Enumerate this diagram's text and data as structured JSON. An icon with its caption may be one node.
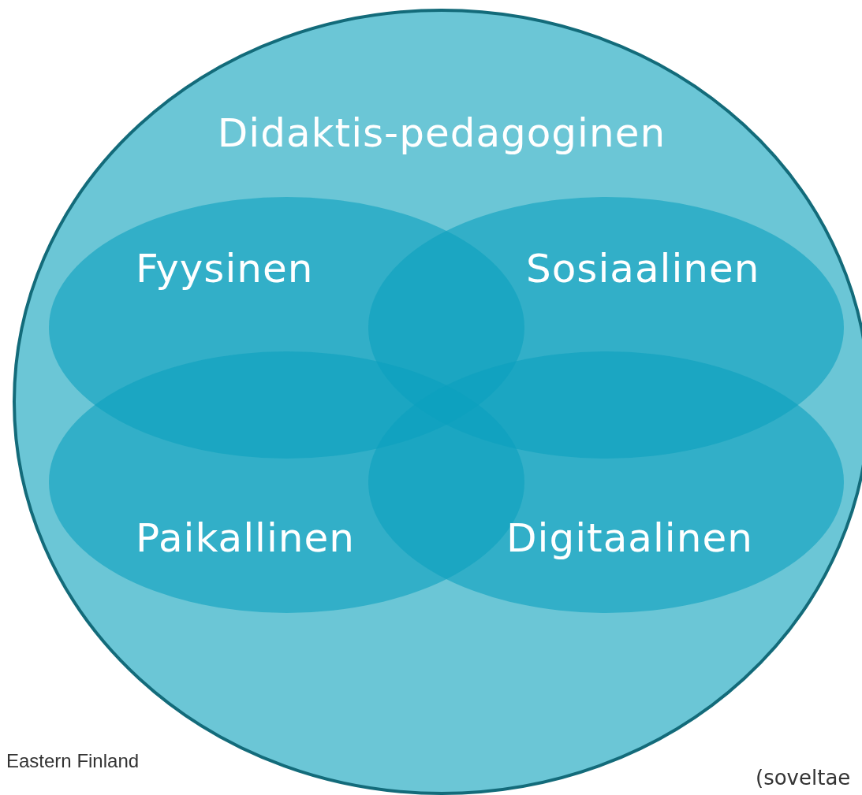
{
  "diagram": {
    "nodes": [
      {
        "text": [
          "Didaktis-pedagoginen"
        ]
      },
      {
        "text": [
          "Fyysinen"
        ],
        "in": 0
      },
      {
        "text": [
          "Sosiaalinen"
        ],
        "in": 0
      },
      {
        "text": [
          "Paikallinen"
        ],
        "in": 0
      },
      {
        "text": [
          "Digitaalinen"
        ],
        "in": 0
      }
    ],
    "labels": [
      "Eastern Finland",
      "(soveltae"
    ]
  }
}
